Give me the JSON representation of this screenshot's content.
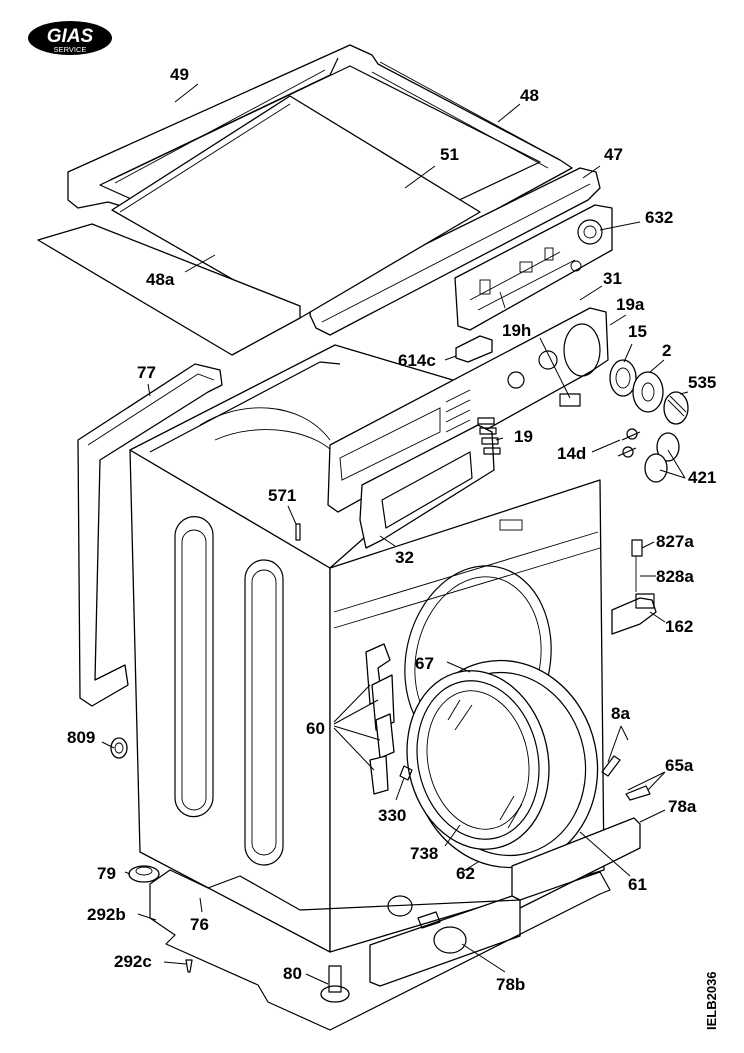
{
  "logo": {
    "brand": "GIAS",
    "sub": "SERVICE"
  },
  "ref_code": "IELB2036",
  "labels": {
    "p49": "49",
    "p48": "48",
    "p51": "51",
    "p47": "47",
    "p632": "632",
    "p48a": "48a",
    "p31": "31",
    "p19a": "19a",
    "p19h": "19h",
    "p15": "15",
    "p2": "2",
    "p535": "535",
    "p614c": "614c",
    "p77": "77",
    "p19": "19",
    "p14d": "14d",
    "p421": "421",
    "p571": "571",
    "p32": "32",
    "p827a": "827a",
    "p828a": "828a",
    "p162": "162",
    "p67": "67",
    "p60": "60",
    "p8a": "8a",
    "p809": "809",
    "p65a": "65a",
    "p330": "330",
    "p78a": "78a",
    "p738": "738",
    "p79": "79",
    "p62": "62",
    "p61": "61",
    "p292b": "292b",
    "p76": "76",
    "p292c": "292c",
    "p80": "80",
    "p78b": "78b"
  }
}
